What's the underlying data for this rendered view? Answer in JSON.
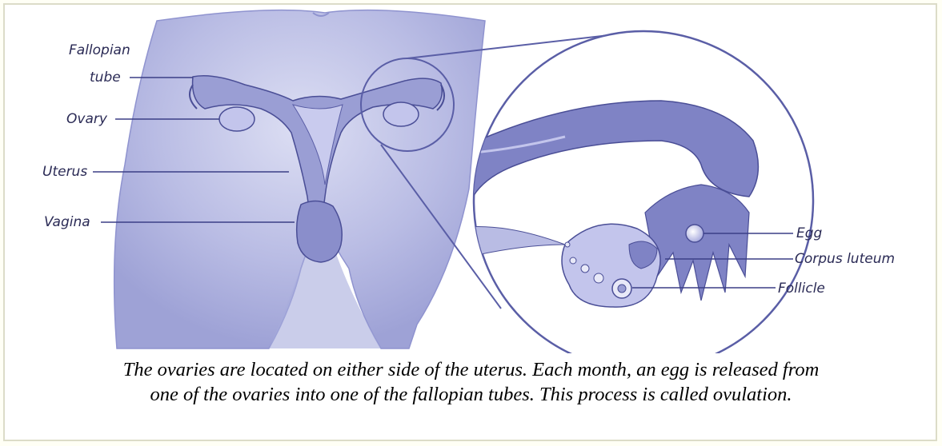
{
  "diagram": {
    "labels": {
      "fallopian_tube_line1": "Fallopian",
      "fallopian_tube_line2": "tube",
      "ovary": "Ovary",
      "uterus": "Uterus",
      "vagina": "Vagina",
      "egg": "Egg",
      "corpus_luteum": "Corpus luteum",
      "follicle": "Follicle"
    },
    "colors": {
      "body_fill": "#b9bce4",
      "body_shade": "#9ea2d6",
      "organ_fill": "#8a8ecb",
      "organ_dark": "#6d71b8",
      "line": "#3b3f86",
      "background": "#ffffff"
    }
  },
  "caption": {
    "line1": "The ovaries are located on either side of the uterus. Each month, an egg is released from",
    "line2": "one of the ovaries into one of the fallopian tubes. This process is called ovulation."
  }
}
